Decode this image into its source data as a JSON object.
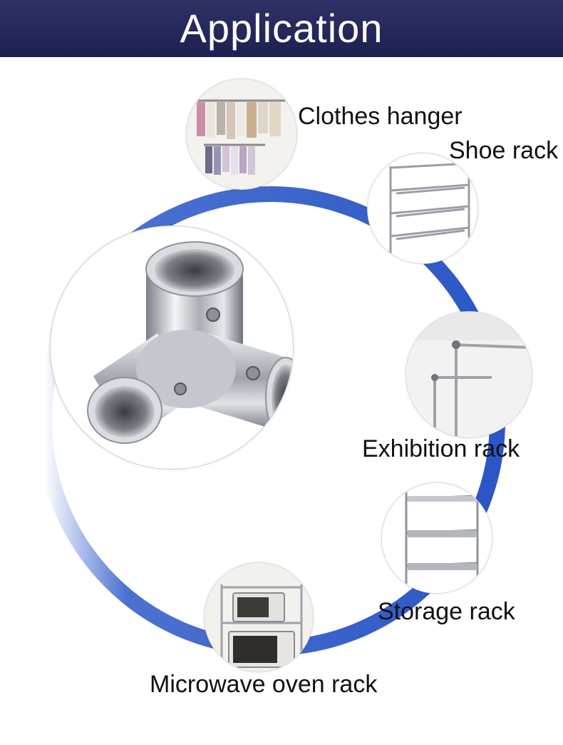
{
  "header": {
    "title": "Application"
  },
  "applications": [
    {
      "label": "Clothes hanger",
      "icon": "clothes-hanger-photo"
    },
    {
      "label": "Shoe rack",
      "icon": "shoe-rack-photo"
    },
    {
      "label": "Exhibition rack",
      "icon": "exhibition-rack-photo"
    },
    {
      "label": "Storage rack",
      "icon": "storage-rack-photo"
    },
    {
      "label": "Microwave oven rack",
      "icon": "microwave-oven-rack-photo"
    }
  ],
  "product": {
    "icon": "three-way-pipe-connector-photo"
  },
  "colors": {
    "header": "#24285a",
    "ring": "#2c58c8",
    "chrome": "#c9ccd2"
  }
}
